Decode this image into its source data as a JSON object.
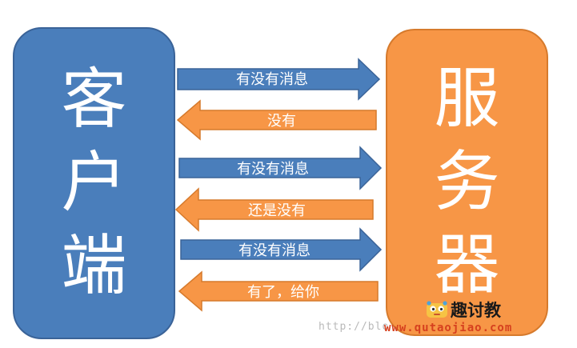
{
  "client": {
    "chars": [
      "客",
      "户",
      "端"
    ]
  },
  "server": {
    "chars": [
      "服",
      "务",
      "器"
    ]
  },
  "messages": [
    {
      "text": "有没有消息",
      "direction": "to-server",
      "color": "#4a7ebb"
    },
    {
      "text": "没有",
      "direction": "to-client",
      "color": "#f79646"
    },
    {
      "text": "有没有消息",
      "direction": "to-server",
      "color": "#4a7ebb"
    },
    {
      "text": "还是没有",
      "direction": "to-client",
      "color": "#f79646"
    },
    {
      "text": "有没有消息",
      "direction": "to-server",
      "color": "#4a7ebb"
    },
    {
      "text": "有了，给你",
      "direction": "to-client",
      "color": "#f79646"
    }
  ],
  "watermark": {
    "text": "http://blo"
  },
  "brand": {
    "logo_icon": "qutaojiao-logo-icon",
    "name": "趣讨教",
    "url": "www.qutaojiao.com"
  },
  "colors": {
    "client": "#4a7ebb",
    "server": "#f79646",
    "url": "#d6401e"
  }
}
